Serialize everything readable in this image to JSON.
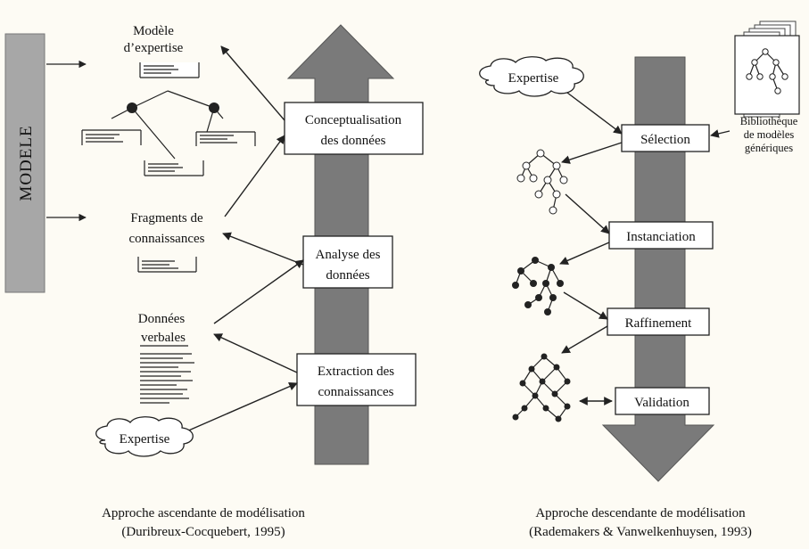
{
  "left": {
    "side_label": "MODELE",
    "modele_expertise": [
      "Modèle",
      "d’expertise"
    ],
    "fragments": [
      "Fragments de",
      "connaissances"
    ],
    "donnees_verbales": [
      "Données",
      "verbales"
    ],
    "expertise": "Expertise",
    "steps": [
      [
        "Conceptualisation",
        "des données"
      ],
      [
        "Analyse des",
        "données"
      ],
      [
        "Extraction des",
        "connaissances"
      ]
    ],
    "caption": [
      "Approche ascendante de modélisation",
      "(Duribreux-Cocquebert, 1995)"
    ]
  },
  "right": {
    "expertise": "Expertise",
    "library": [
      "Bibliothèque",
      "de modèles",
      "génériques"
    ],
    "steps": [
      "Sélection",
      "Instanciation",
      "Raffinement",
      "Validation"
    ],
    "caption": [
      "Approche descendante de modélisation",
      "(Rademakers & Vanwelkenhuysen, 1993)"
    ]
  },
  "colors": {
    "arrow_fill": "#7a7a7a",
    "side_bar_fill": "#a7a7a7",
    "background": "#fdfbf4"
  }
}
